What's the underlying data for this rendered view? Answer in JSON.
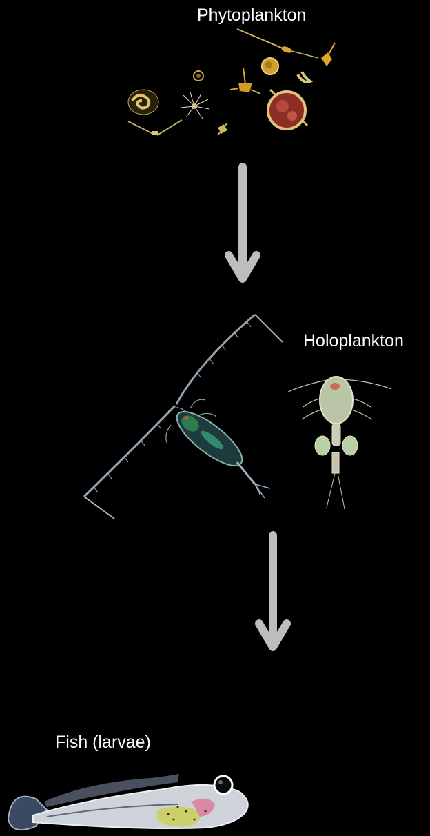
{
  "labels": {
    "phytoplankton": "Phytoplankton",
    "holoplankton": "Holoplankton",
    "fish": "Fish (larvae)"
  },
  "colors": {
    "background": "#000000",
    "label_text": "#ffffff",
    "arrow": "#bdbdbd"
  }
}
